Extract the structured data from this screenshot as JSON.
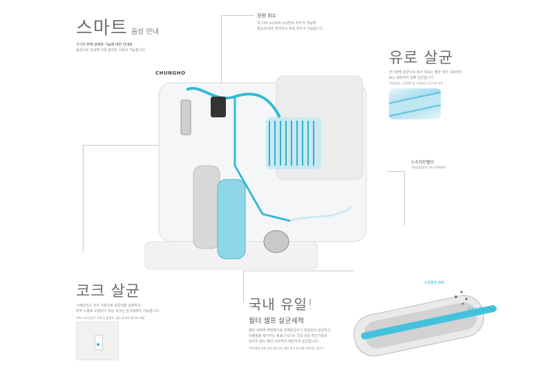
{
  "brand": "CHUNGHO",
  "features": {
    "smart": {
      "title": "스마트",
      "subtitle": "음성 안내",
      "line1": "기기의 현재 상태와 기능에 대한 안내로",
      "line2": "음성으로 안내해 더욱 편리한 사용이 가능합니다."
    },
    "quantity": {
      "title": "정량 취수",
      "line1": "약 120 ml(500 ml)연속 취수가 가능해",
      "line2": "용도에 따라 편리하고 쉬운 취수가 가능합니다."
    },
    "flow": {
      "title": "유로 살균",
      "line1": "전기분해 살균수로 정수 유로는 물론 냉수 유로까지",
      "line2": "ALL 세척까지 일괄 살균합니다.",
      "note": "*자동살균 시간설정 및 수동살균 시간지정 가능"
    },
    "leak": {
      "title": "누수차단밸브",
      "note": "*관리방법번호 10-1230000"
    },
    "cock": {
      "title": "코크 살균",
      "line1": "스테인리스 코크 사용으로 살균력을 강화하고,",
      "line2": "외부 노출로 오염되기 쉬운 코크는 한국세척이 가능합니다.",
      "note": "*특수 코크살균수 사용 등 불필요, 살균 물 따로 불가피 제품"
    },
    "filter": {
      "title": "국내 유일!",
      "subtitle": "필터 셀프 살균세척",
      "line1": "필터 내부에 역방향으로 전해살균수가 유입되어 살균하고",
      "line2": "이물질을 제거하는 청호나이스의 국내 유일 혁신기술로",
      "line3": "보이지 않는 필터 내부까지 깨끗하게 살균합니다.",
      "note": "*특허명칭 자동 세척 살균기능 필터 장치 및 이를 포함하는 정수기"
    }
  },
  "callouts": {
    "out": "오염물질 배출",
    "in": "살균수 유입 (역세척)"
  },
  "colors": {
    "accent": "#36b8d6",
    "text": "#6d6d6d"
  }
}
